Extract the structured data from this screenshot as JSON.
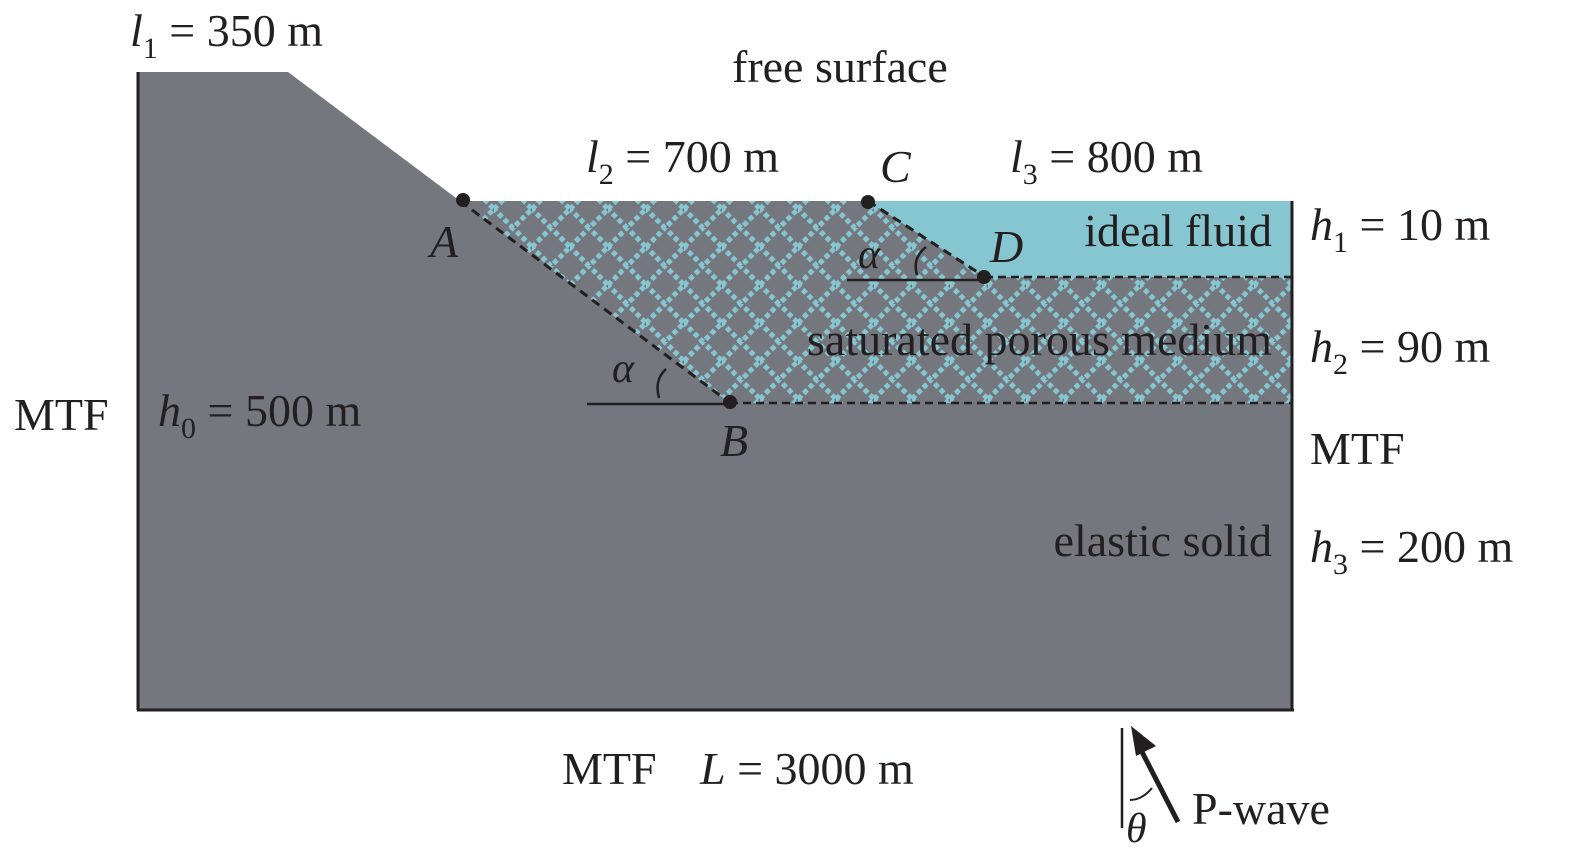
{
  "title": "Model of a slope with saturated porous medium and ideal fluid under incident P-wave",
  "colors": {
    "solid": "#75777f",
    "fluid": "#85c6d0",
    "pattern": "#85c6d0",
    "line": "#231f20",
    "background": "#ffffff"
  },
  "labels": {
    "free_surface": "free surface",
    "ideal_fluid": "ideal fluid",
    "porous_medium": "saturated porous medium",
    "elastic_solid": "elastic solid",
    "mtf_left": "MTF",
    "mtf_right": "MTF",
    "mtf_bottom": "MTF",
    "p_wave": "P-wave",
    "theta": "θ",
    "alpha_left": "α",
    "alpha_right": "α"
  },
  "points": {
    "A": "A",
    "B": "B",
    "C": "C",
    "D": "D"
  },
  "dimensions": {
    "l1": {
      "sym": "l",
      "sub": "1",
      "val": " = 350 m"
    },
    "l2": {
      "sym": "l",
      "sub": "2",
      "val": " = 700 m"
    },
    "l3": {
      "sym": "l",
      "sub": "3",
      "val": " = 800 m"
    },
    "h0": {
      "sym": "h",
      "sub": "0",
      "val": " = 500 m"
    },
    "h1": {
      "sym": "h",
      "sub": "1",
      "val": " = 10 m"
    },
    "h2": {
      "sym": "h",
      "sub": "2",
      "val": " = 90 m"
    },
    "h3": {
      "sym": "h",
      "sub": "3",
      "val": " = 200 m"
    },
    "L": {
      "sym": "L",
      "val": " = 3000 m"
    }
  }
}
